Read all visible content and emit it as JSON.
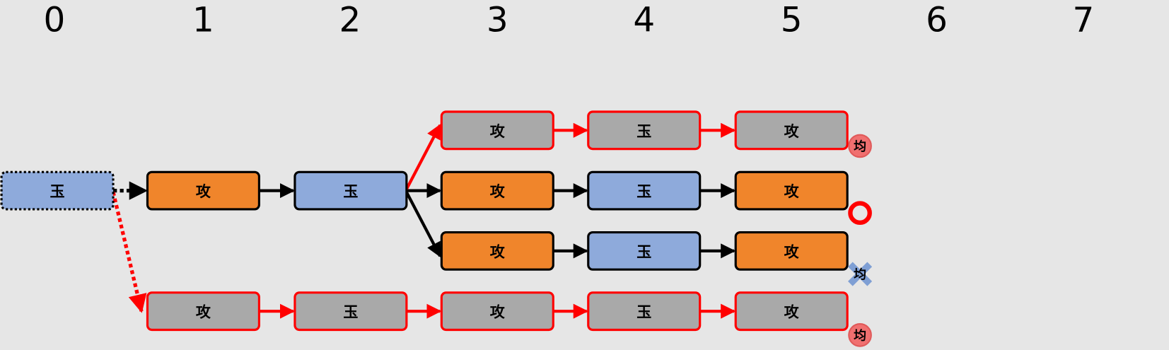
{
  "columns": [
    "0",
    "1",
    "2",
    "3",
    "4",
    "5",
    "6",
    "7"
  ],
  "colors": {
    "king": "#8eaadb",
    "attack": "#f0852b",
    "pruned": "#a9a9a9",
    "background": "#e6e6e6",
    "red": "#ff0000",
    "badge": "#f07070"
  },
  "nodes": {
    "root": "玉",
    "main": [
      "攻",
      "玉",
      "攻",
      "玉",
      "攻"
    ],
    "upper": [
      "攻",
      "玉",
      "攻"
    ],
    "lower": [
      "攻",
      "玉",
      "攻"
    ],
    "bottom": [
      "攻",
      "玉",
      "攻",
      "玉",
      "攻"
    ]
  },
  "badges": {
    "upper": {
      "type": "draw-circle",
      "text": "均"
    },
    "main": {
      "type": "win-ring"
    },
    "lower": {
      "type": "cross",
      "text": "均"
    },
    "bottom": {
      "type": "draw-circle",
      "text": "均"
    }
  }
}
